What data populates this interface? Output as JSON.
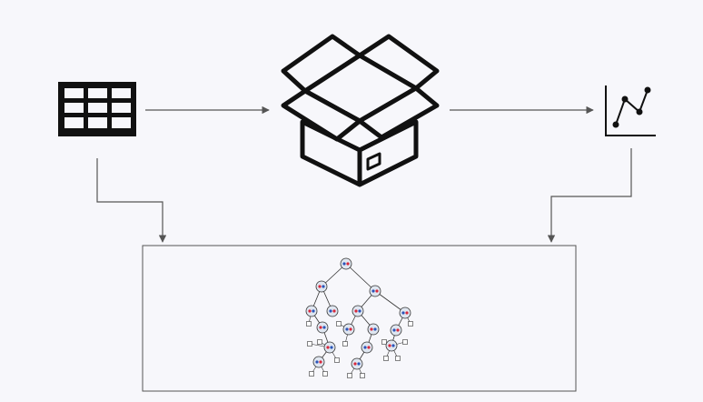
{
  "diagram": {
    "nodes": [
      {
        "id": "table",
        "icon": "table-grid-icon"
      },
      {
        "id": "box",
        "icon": "open-box-icon"
      },
      {
        "id": "plot",
        "icon": "line-chart-icon"
      },
      {
        "id": "tree_panel",
        "icon": "decision-tree-icon"
      }
    ],
    "edges": [
      {
        "from": "table",
        "to": "box"
      },
      {
        "from": "box",
        "to": "plot"
      },
      {
        "from": "table",
        "to": "tree_panel"
      },
      {
        "from": "plot",
        "to": "tree_panel"
      }
    ]
  },
  "colors": {
    "background": "#f7f7fb",
    "icon_stroke": "#111111",
    "arrow": "#555555",
    "panel_border": "#555555",
    "tree_node_fill": "#dfe6f0",
    "tree_node_accent_red": "#d8283c",
    "tree_node_accent_blue": "#2b54b8"
  }
}
